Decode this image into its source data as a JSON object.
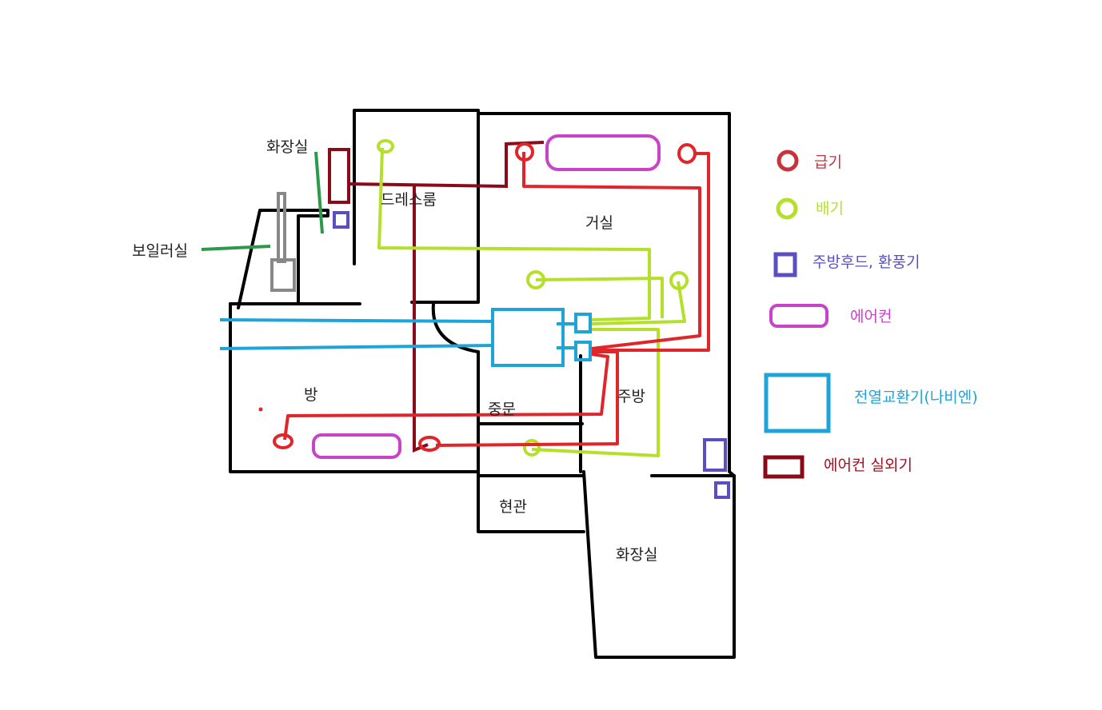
{
  "rooms": {
    "bathroom_top": "화장실",
    "boiler_room": "보일러실",
    "dressroom": "드레스룸",
    "living_room": "거실",
    "bedroom": "방",
    "middle_door": "중문",
    "kitchen": "주방",
    "entrance": "현관",
    "bathroom_bottom": "화장실"
  },
  "legend": [
    {
      "label": "급기",
      "color": "#c8323a",
      "icon": "red-circle"
    },
    {
      "label": "배기",
      "color": "#b5e02a",
      "icon": "green-circle"
    },
    {
      "label": "주방후드, 환풍기",
      "color": "#5a4fc0",
      "icon": "blue-square"
    },
    {
      "label": "에어컨",
      "color": "#c843c8",
      "icon": "magenta-rounded-rect"
    },
    {
      "label": "전열교환기(나비엔)",
      "color": "#1ea4d8",
      "icon": "cyan-square"
    },
    {
      "label": "에어컨 실외기",
      "color": "#8b0a1a",
      "icon": "darkred-rect"
    }
  ]
}
